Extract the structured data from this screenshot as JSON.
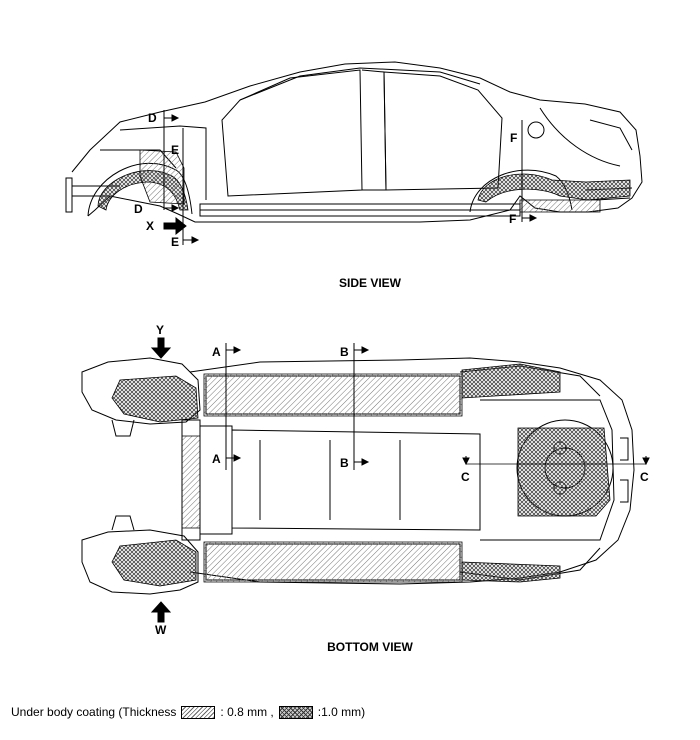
{
  "views": {
    "side_title": "SIDE VIEW",
    "bottom_title": "BOTTOM VIEW"
  },
  "side_markers": {
    "d": "D",
    "e": "E",
    "x": "X",
    "f": "F"
  },
  "bottom_markers": {
    "a": "A",
    "b": "B",
    "c": "C",
    "y": "Y",
    "w": "W"
  },
  "legend": {
    "prefix": "Under body coating  (Thickness",
    "light_value": ": 0.8 mm ,",
    "dark_value": ":1.0 mm)"
  },
  "colors": {
    "line": "#000000",
    "hatch_light": "#888888",
    "hatch_dark": "#555555"
  }
}
